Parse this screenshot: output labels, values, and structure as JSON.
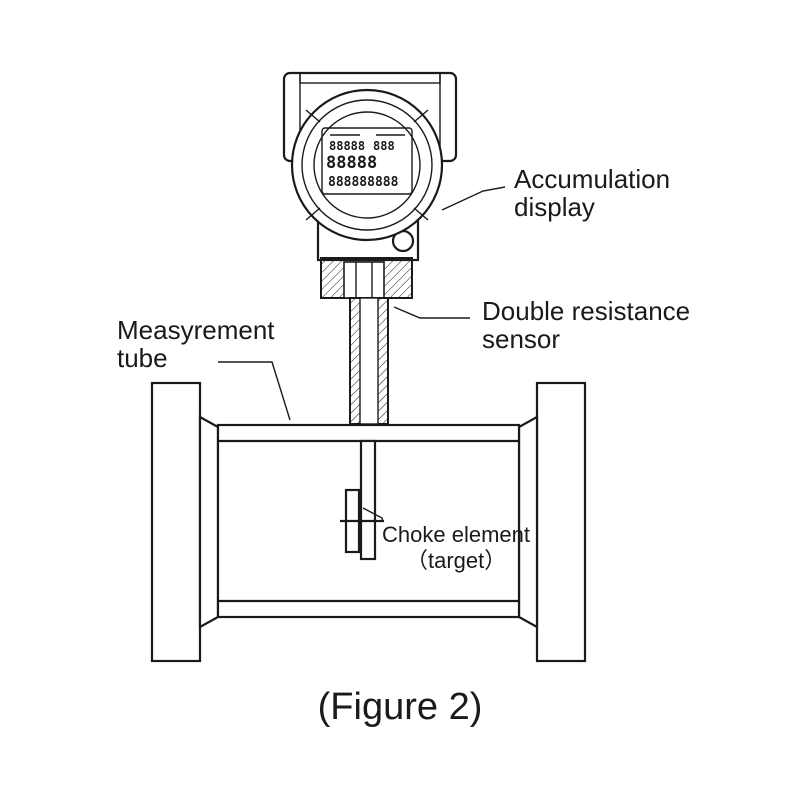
{
  "labels": {
    "accumulation_display": [
      "Accumulation",
      "display"
    ],
    "double_resistance_sensor": [
      "Double resistance",
      "sensor"
    ],
    "measurement_tube": [
      "Measyrement",
      "tube"
    ],
    "choke_element": [
      "Choke element",
      "（target）"
    ]
  },
  "caption": "(Figure 2)",
  "colors": {
    "line": "#1a1a1a",
    "background": "#ffffff"
  }
}
